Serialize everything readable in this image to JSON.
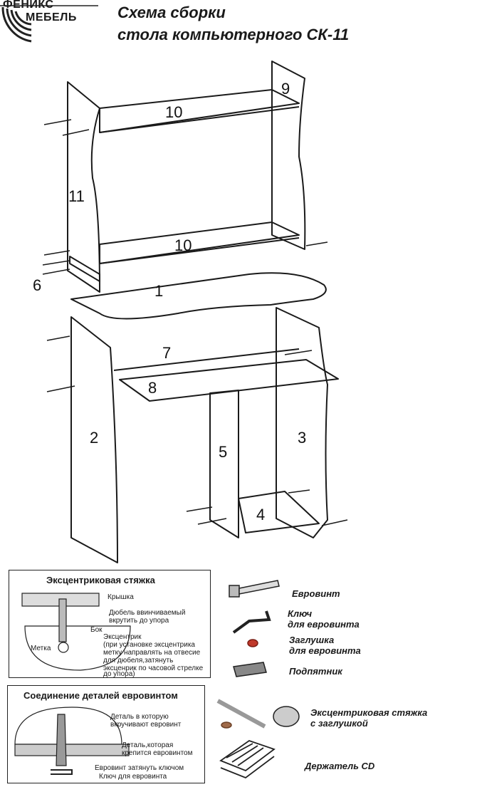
{
  "logo": {
    "line1": "ФЕНИКС",
    "line2": "МЕБЕЛЬ"
  },
  "title": {
    "line1": "Схема сборки",
    "line2": "стола компьютерного СК-11"
  },
  "parts": [
    {
      "num": "1"
    },
    {
      "num": "2"
    },
    {
      "num": "3"
    },
    {
      "num": "4"
    },
    {
      "num": "5"
    },
    {
      "num": "6"
    },
    {
      "num": "7"
    },
    {
      "num": "8"
    },
    {
      "num": "9"
    },
    {
      "num": "10"
    },
    {
      "num": "10"
    },
    {
      "num": "11"
    }
  ],
  "ecc_box": {
    "title": "Эксцентриковая стяжка",
    "labels": {
      "krishka": "Крышка",
      "dubel_1": "Дюбель ввинчиваемый",
      "dubel_2": "вкрутить до упора",
      "bok": "Бок",
      "metka": "Метка",
      "ecc_1": "Эксцентрик",
      "ecc_2": "(при установке эксцентрика",
      "ecc_3": "метку направлять на отвесие",
      "ecc_4": "для дюбеля,затянуть",
      "ecc_5": "эксценрик по часовой стрелке",
      "ecc_6": "до упора)"
    }
  },
  "euro_box": {
    "title": "Соединение деталей евровинтом",
    "labels": {
      "detal_1": "Деталь в которую",
      "detal_2": "вкручивают евровинт",
      "detal2_1": "Деталь,которая",
      "detal2_2": "крепится евровинтом",
      "zatyanut": "Евровинт затянуть ключом",
      "klyuch": "Ключ для евровинта"
    }
  },
  "hardware": {
    "evrovint": "Евровинт",
    "klyuch_1": "Ключ",
    "klyuch_2": "для евровинта",
    "zaglushka_1": "Заглушка",
    "zaglushka_2": "для евровинта",
    "podpyatnik": "Подпятник",
    "ecc_1": "Эксцентриковая стяжка",
    "ecc_2": "с заглушкой",
    "derzhatel": "Держатель CD"
  }
}
